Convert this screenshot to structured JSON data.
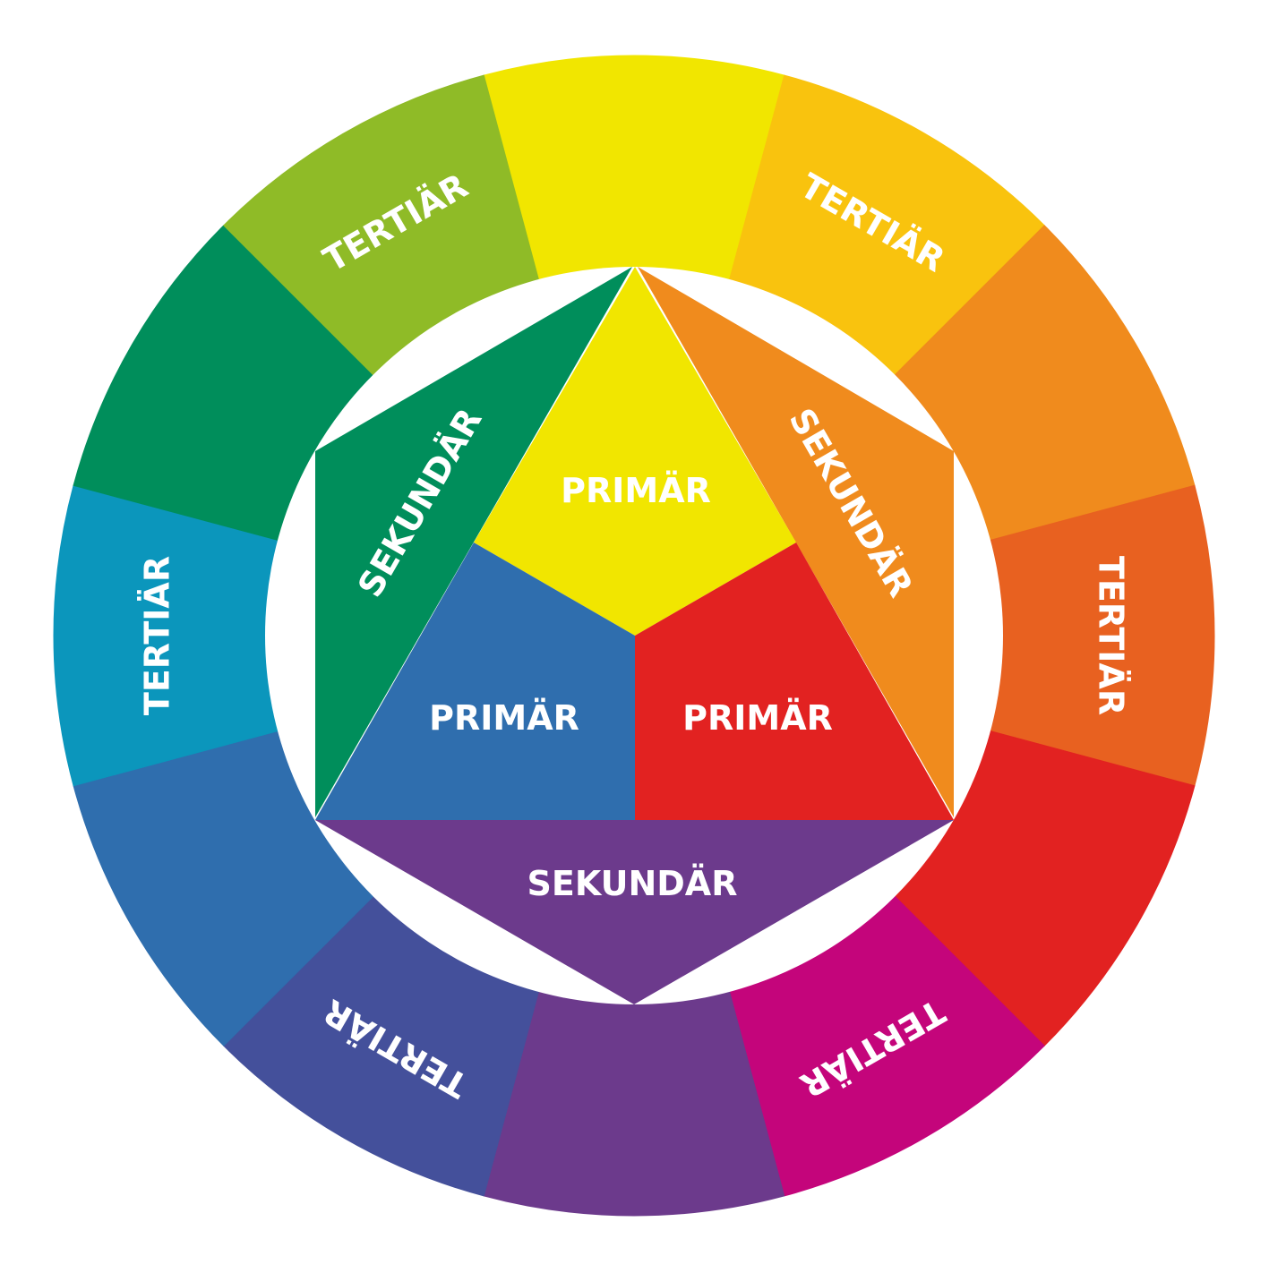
{
  "outer_ring": [
    {
      "color": "#f1e600",
      "label": ""
    },
    {
      "color": "#f9c30e",
      "label": "TERTIÄR"
    },
    {
      "color": "#f08b1d",
      "label": ""
    },
    {
      "color": "#e86120",
      "label": "TERTIÄR"
    },
    {
      "color": "#e22221",
      "label": ""
    },
    {
      "color": "#c4057b",
      "label": "TERTIÄR"
    },
    {
      "color": "#6c3a8c",
      "label": ""
    },
    {
      "color": "#44509b",
      "label": "TERTIÄR"
    },
    {
      "color": "#2f6eae",
      "label": ""
    },
    {
      "color": "#0b96bc",
      "label": "TERTIÄR"
    },
    {
      "color": "#008e5b",
      "label": ""
    },
    {
      "color": "#8fbb27",
      "label": "TERTIÄR"
    }
  ],
  "primary": [
    {
      "color": "#f1e600",
      "label": "PRIMÄR"
    },
    {
      "color": "#e22221",
      "label": "PRIMÄR"
    },
    {
      "color": "#2f6eae",
      "label": "PRIMÄR"
    }
  ],
  "secondary": [
    {
      "color": "#f08b1d",
      "label": "SEKUNDÄR"
    },
    {
      "color": "#6c3a8c",
      "label": "SEKUNDÄR"
    },
    {
      "color": "#008e5b",
      "label": "SEKUNDÄR"
    }
  ]
}
